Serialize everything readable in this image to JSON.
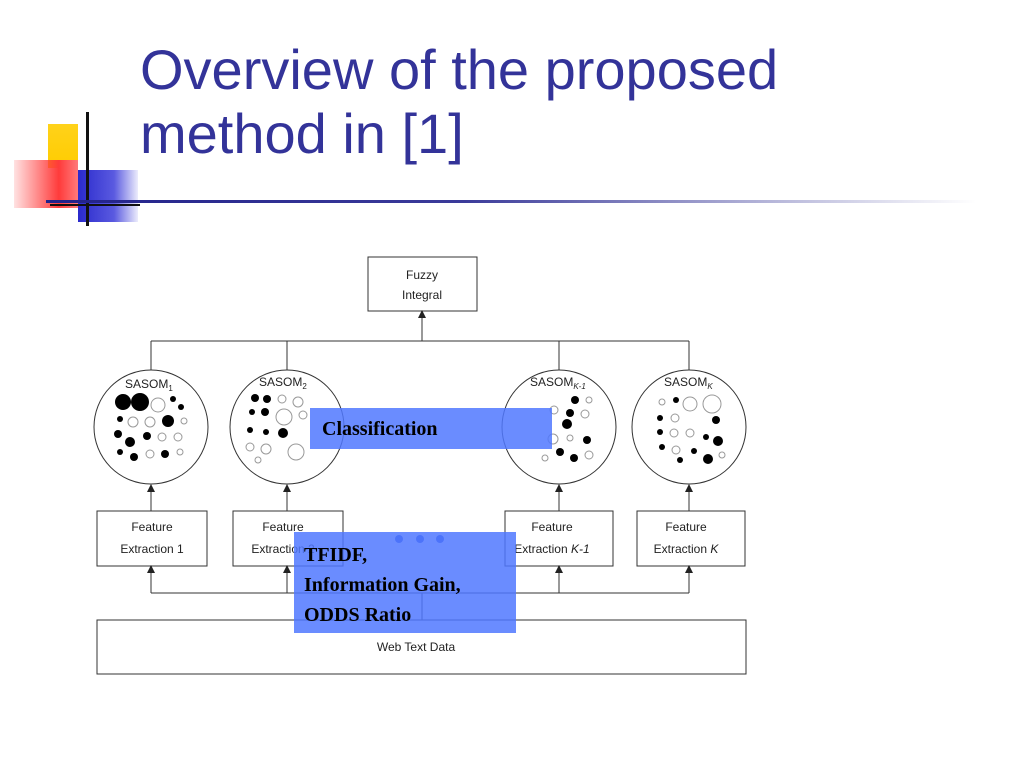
{
  "slide": {
    "title_lines": [
      "Overview of the proposed",
      "method in [1]"
    ]
  },
  "diagram": {
    "top_box": {
      "line1": "Fuzzy",
      "line2": "Integral"
    },
    "sasoms": [
      {
        "label": "SASOM",
        "subscript": "1"
      },
      {
        "label": "SASOM",
        "subscript": "2"
      },
      {
        "label": "SASOM",
        "subscript": "K-1"
      },
      {
        "label": "SASOM",
        "subscript": "K"
      }
    ],
    "features": [
      {
        "line1": "Feature",
        "line2_prefix": "Extraction 1",
        "line2_italic": ""
      },
      {
        "line1": "Feature",
        "line2_prefix": "Extraction 2",
        "line2_italic": ""
      },
      {
        "line1": "Feature",
        "line2_prefix": "Extraction ",
        "line2_italic": "K-1"
      },
      {
        "line1": "Feature",
        "line2_prefix": "Extraction ",
        "line2_italic": "K"
      }
    ],
    "bottom_box": "Web Text Data"
  },
  "overlays": {
    "classification": "Classification",
    "features_lines": [
      "TFIDF,",
      "Information Gain,",
      "ODDS Ratio"
    ]
  },
  "colors": {
    "title": "#333399",
    "overlay": "#5078ff",
    "deco_yellow": "#ffcc00",
    "deco_blue": "#3333cc",
    "deco_red": "#ff3333"
  }
}
